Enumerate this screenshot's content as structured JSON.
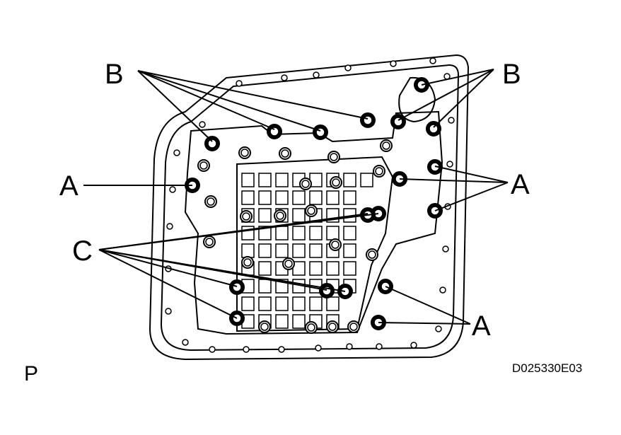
{
  "labels": {
    "b_left": "B",
    "b_right": "B",
    "a_left": "A",
    "a_right_upper": "A",
    "c_left": "C",
    "a_right_lower": "A"
  },
  "caption": "P",
  "figure_id": "D025330E03",
  "colors": {
    "ink": "#000000",
    "paper": "#ffffff"
  }
}
